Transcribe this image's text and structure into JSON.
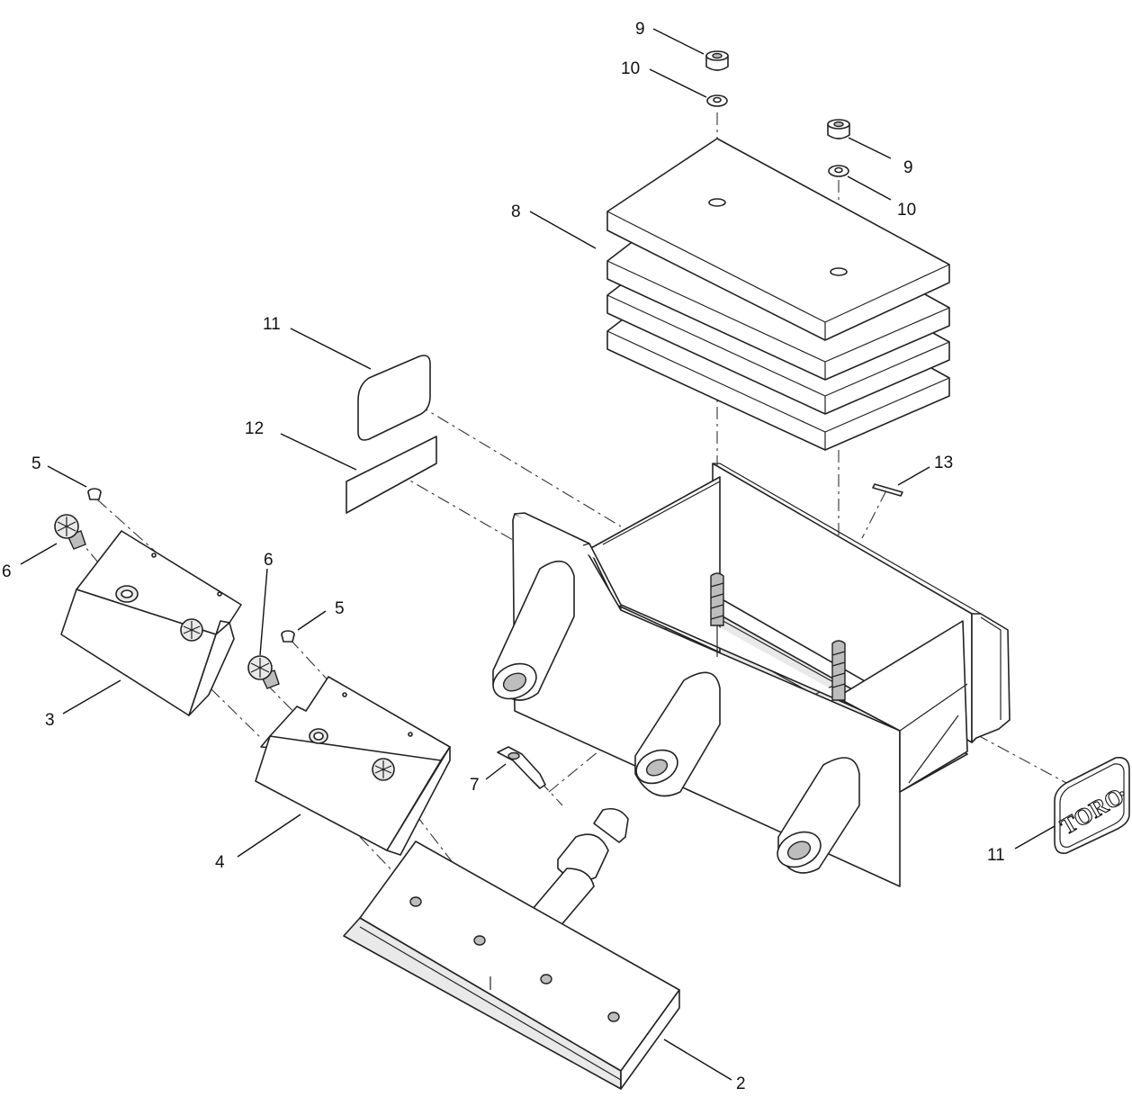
{
  "callouts": [
    {
      "id": "9a",
      "label": "9"
    },
    {
      "id": "10a",
      "label": "10"
    },
    {
      "id": "9b",
      "label": "9"
    },
    {
      "id": "10b",
      "label": "10"
    },
    {
      "id": "8",
      "label": "8"
    },
    {
      "id": "11a",
      "label": "11"
    },
    {
      "id": "12",
      "label": "12"
    },
    {
      "id": "13",
      "label": "13"
    },
    {
      "id": "5a",
      "label": "5"
    },
    {
      "id": "6a",
      "label": "6"
    },
    {
      "id": "6b",
      "label": "6"
    },
    {
      "id": "5b",
      "label": "5"
    },
    {
      "id": "3",
      "label": "3"
    },
    {
      "id": "7",
      "label": "7"
    },
    {
      "id": "4",
      "label": "4"
    },
    {
      "id": "11b",
      "label": "11"
    },
    {
      "id": "2",
      "label": "2"
    }
  ],
  "logo": {
    "text": "TORO",
    "mark": "."
  }
}
